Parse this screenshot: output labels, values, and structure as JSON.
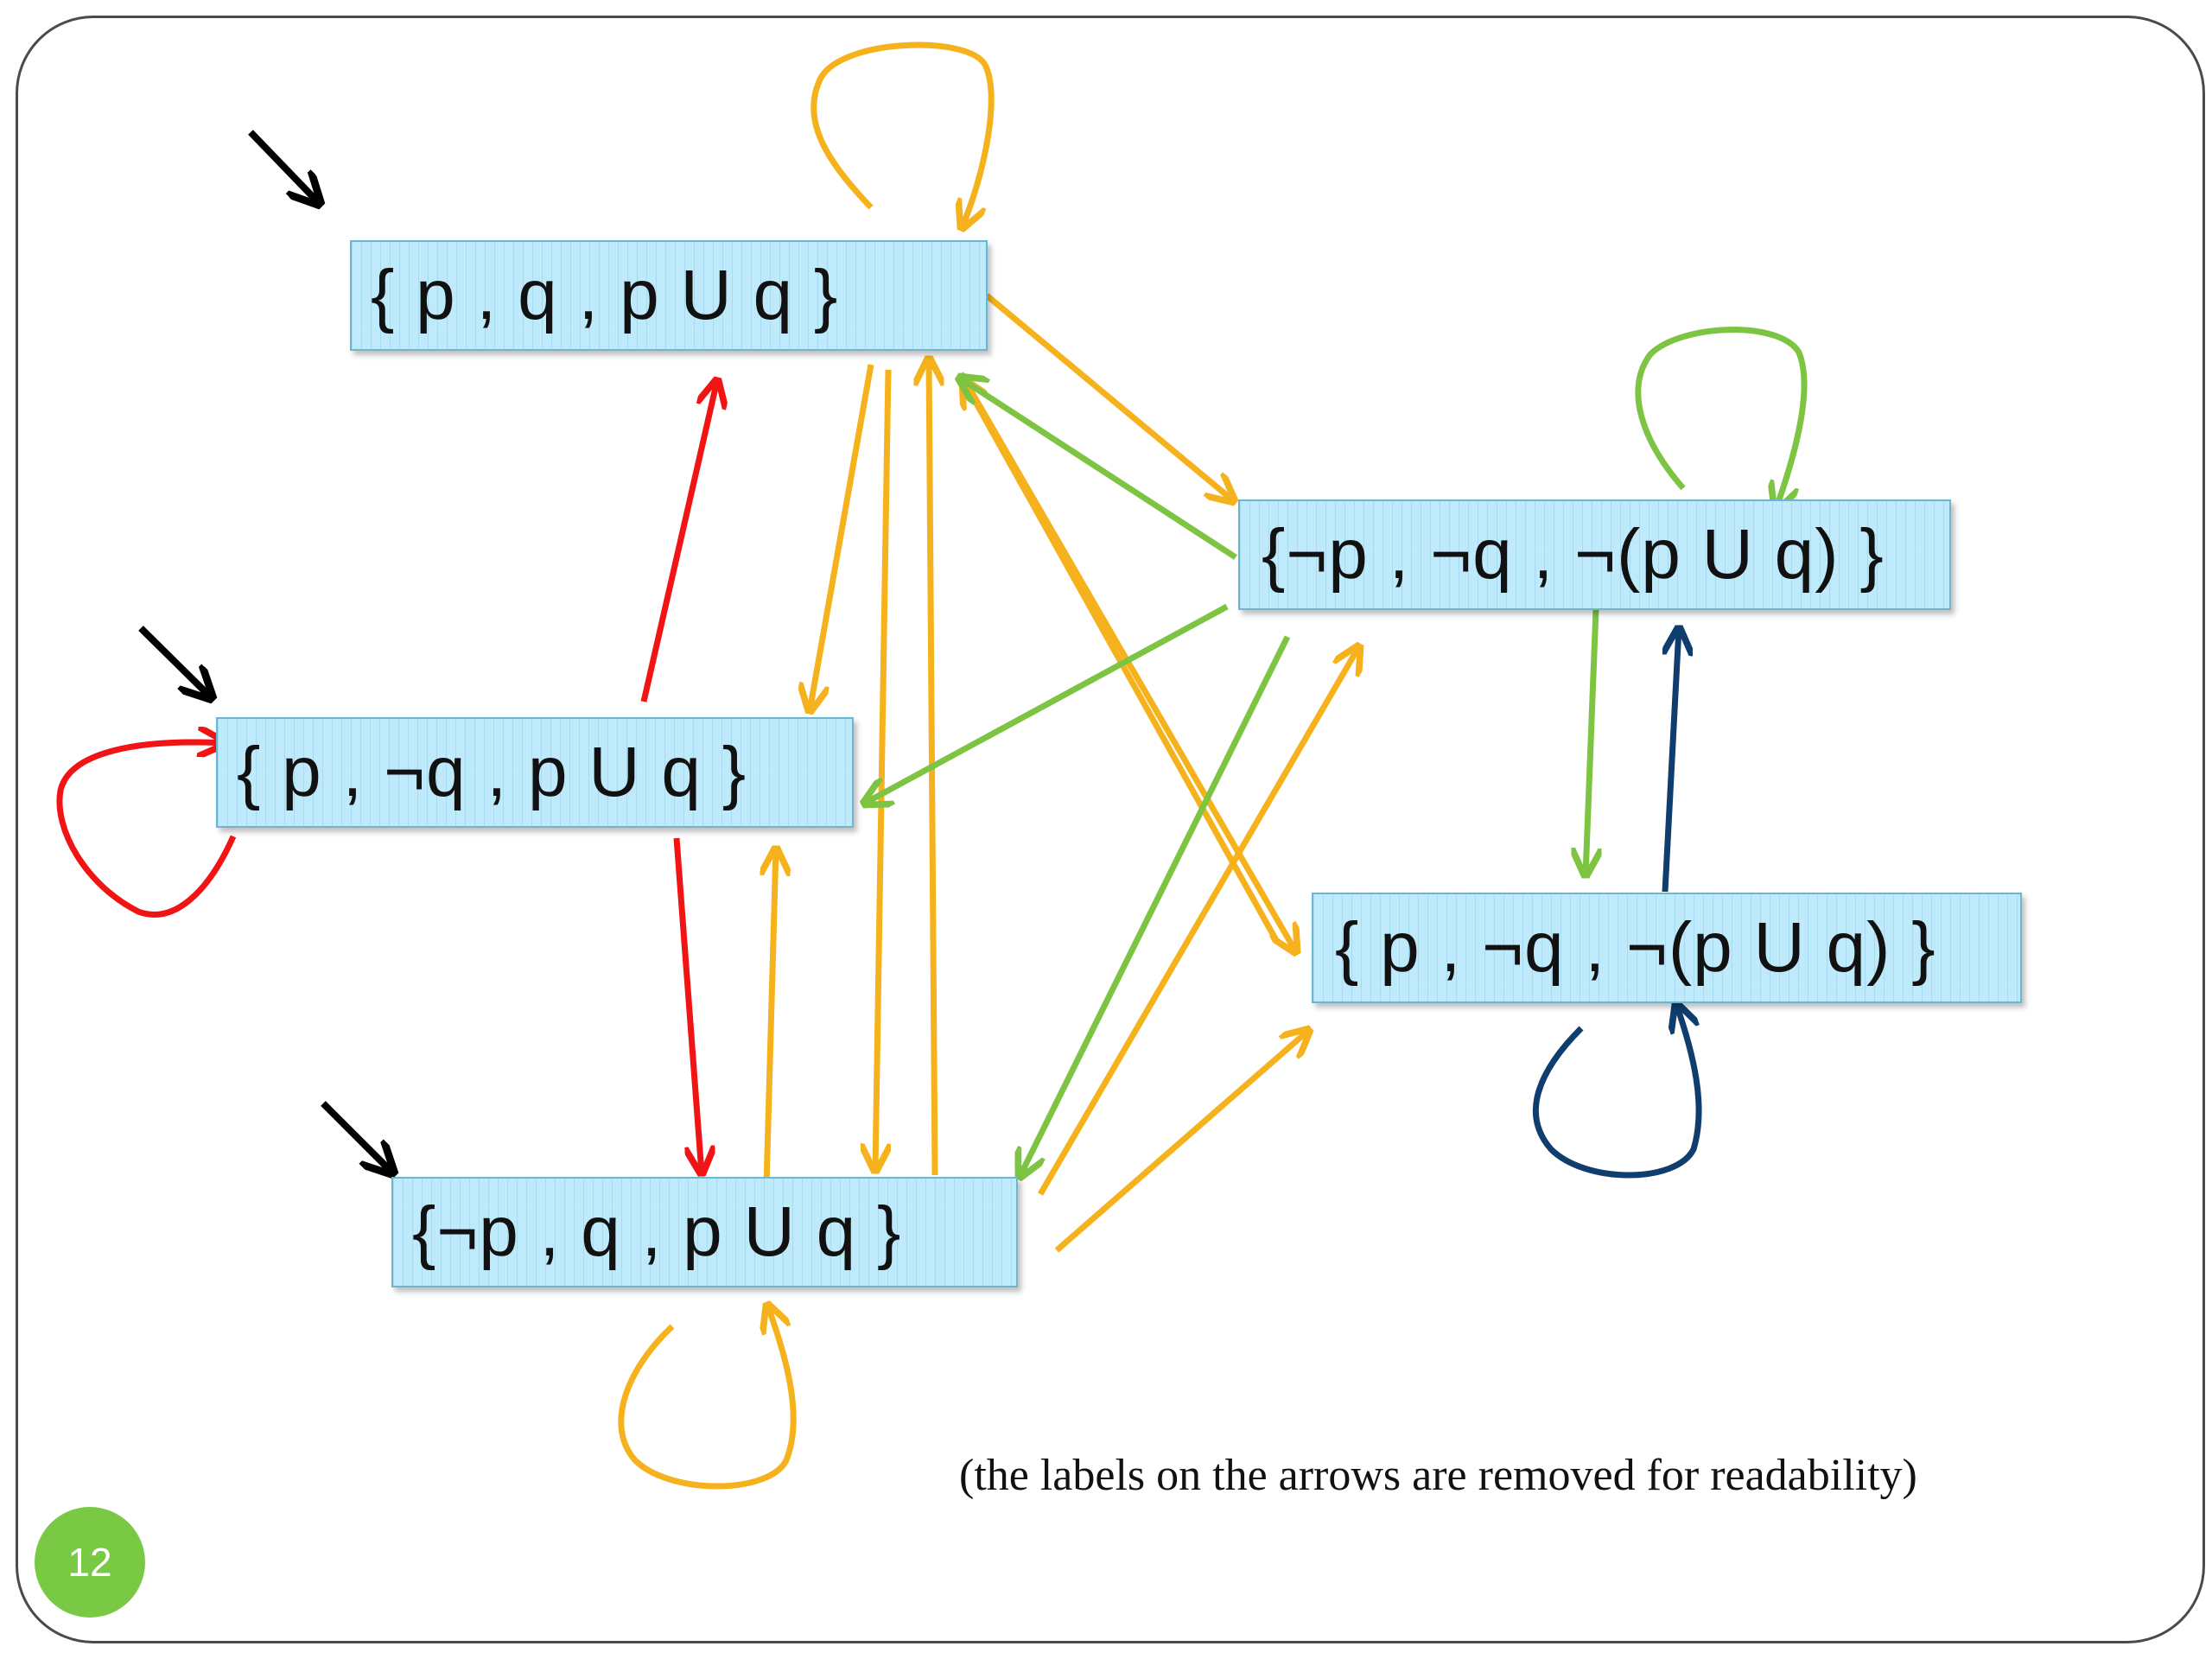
{
  "states": {
    "s1": "{ p , q , p U q }",
    "s2": "{ p , ¬q , p U q }",
    "s3": "{¬p , q , p U q }",
    "s4": "{¬p , ¬q , ¬(p U q) }",
    "s5": "{ p , ¬q , ¬(p U q) }"
  },
  "caption": "(the labels on the arrows are removed for readability)",
  "page_number": "12",
  "colors": {
    "orange": "#f5b21c",
    "green": "#7dc443",
    "red": "#f01414",
    "navy": "#0f3d6e",
    "black": "#000000",
    "badge": "#79c944",
    "state_fill": "#bfeafb"
  },
  "initial_states": [
    "s1",
    "s2",
    "s3"
  ]
}
